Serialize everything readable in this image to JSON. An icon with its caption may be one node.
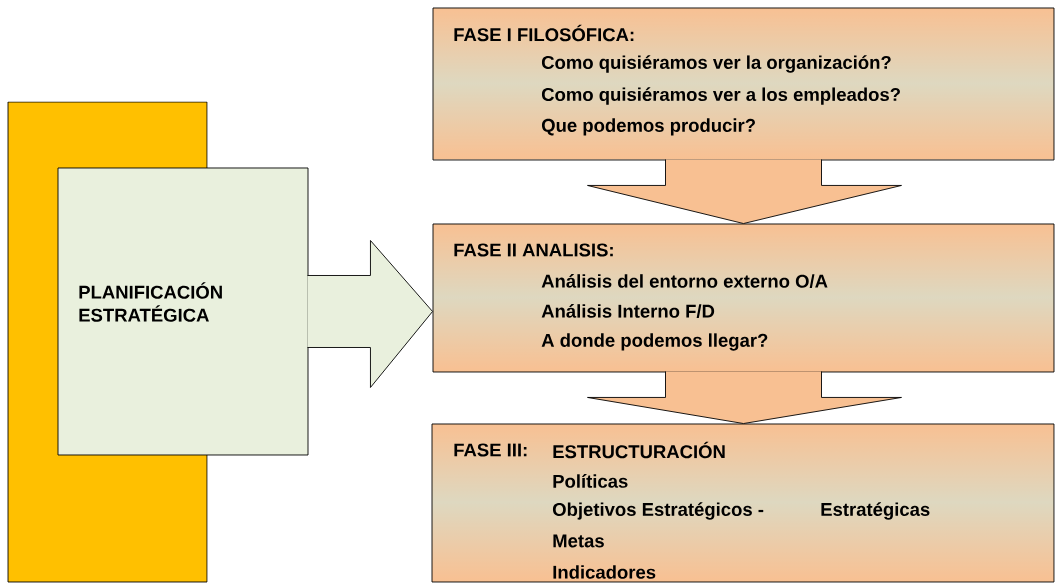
{
  "diagram": {
    "nodes": [
      {
        "text": [],
        "shape": "box"
      },
      {
        "text": [
          "PLANIFICACIÓN ESTRATÉGICA"
        ]
      },
      {
        "text": [
          "FASE I FILOSÓFICA:",
          "Como quisiéramos ver la organización?",
          "Como quisiéramos ver a los empleados?",
          "Que podemos producir?"
        ]
      },
      {
        "text": [
          "FASE II ANALISIS:",
          "Análisis del entorno externo O/A",
          "Análisis Interno F/D",
          "A donde podemos llegar?"
        ]
      },
      {
        "text": [
          "FASE III:",
          "ESTRUCTURACIÓN",
          "Políticas",
          "Objetivos Estratégicos -",
          "Estratégicas",
          "Metas",
          "Indicadores"
        ]
      }
    ],
    "edges": [
      {
        "from": 1,
        "to": 3,
        "arrow": "to"
      },
      {
        "from": 2,
        "to": 3,
        "arrow": "to"
      },
      {
        "from": 3,
        "to": 4,
        "arrow": "to"
      }
    ]
  }
}
